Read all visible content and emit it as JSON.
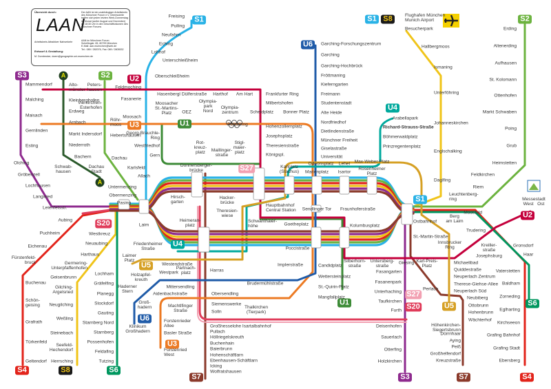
{
  "info_box": {
    "heading": "Übersicht durch:",
    "logo": "LAAN",
    "subtitle": "Arbeitskreis Attraktiver Nahverkehr",
    "description": "Der AAN ist ein unabhängiger Arbeitskreis des Münchner Forum e.V. Interessierte treffen sich jeden letzten Werk-Donnerstag im Monat (außer August und Dezember) ab 18:30 Uhr in den Geschäftsräumen des Münchner Forums",
    "address": "AAN im Münchner Forum\nSchellingstr. 65, 80799 München\nE-Mail: aan.muenchen@web.de\nTel.: 089 / 282076, Fax: 089 / 2805532",
    "design_label": "Entwurf & Gestaltung:",
    "design_credit": "M. Dornbecker, doern@geographie.uni-muenchen.de"
  },
  "colors": {
    "S1": "#29b2e6",
    "S2": "#6cb33f",
    "S3": "#8e2a8e",
    "S4": "#e2231a",
    "S6": "#00975f",
    "S7": "#8b3a2b",
    "S8": "#f0c419",
    "S20": "#e03c5a",
    "S27": "#f2a0b2",
    "A": "#2b5a2b",
    "U1": "#3d8b37",
    "U2": "#c4003c",
    "U3": "#ec7a23",
    "U4": "#00a99d",
    "U5": "#d6a024",
    "U6": "#1f5ba8"
  },
  "badges": [
    "S1",
    "U2",
    "U3",
    "U1",
    "S3",
    "A",
    "S2",
    "A",
    "S27",
    "S20",
    "U4",
    "U5",
    "U6",
    "U3",
    "S7",
    "S4",
    "S8",
    "S6",
    "U1",
    "S27",
    "S20",
    "S3",
    "S7",
    "U5",
    "S6",
    "S4",
    "U2",
    "S2",
    "S1",
    "S8",
    "U6",
    "U4",
    "S1"
  ],
  "stations": [
    "Freising",
    "Pulling",
    "Neufahrn",
    "Eching",
    "Lohhof",
    "Unterschleißheim",
    "Oberschleißheim",
    "Feldmoching",
    "Fasanerie",
    "Moosach",
    "Hasenbergl",
    "Dülferstraße",
    "Harthof",
    "Am Hart",
    "Frankfurter Ring",
    "Milbertshofen",
    "Moosacher\nSt.-Martins-\nPlatz",
    "OEZ",
    "Olympia-\npark\nNord",
    "Olympia-\nzentrum",
    "Scheidplatz",
    "Bonner Platz",
    "Georg-Brauchle-\nRing",
    "Westfriedhof",
    "Gern",
    "Rot-\nkreuz-\nplatz",
    "Maillinger-\nstraße",
    "Stigl-\nmaier-\nplatz",
    "Petuelring",
    "Hohenzollernplatz",
    "Josephsplatz",
    "Theresienstraße",
    "Königspl.",
    "Garching-Forschungszentrum",
    "Garching",
    "Garching-Hochbrück",
    "Fröttmaning",
    "Kieferngarten",
    "Freimann",
    "Studentenstadt",
    "Alte Heide",
    "Nordfriedhof",
    "Dietlindenstraße",
    "Münchner Freiheit",
    "Giselastraße",
    "Universität",
    "Odeonsplatz",
    "Lehel",
    "Max-Weber-Platz",
    "Arabellapark",
    "Richard-Strauss-Straße",
    "Böhmerwaldplatz",
    "Prinzregentenplatz",
    "Karlplatz\n(Stachus)",
    "Marienplatz",
    "Isartor",
    "Rosenheimer\nPlatz",
    "Hauptbahnhof\nCentral Station",
    "Sendlinger Tor",
    "Fraunhoferstraße",
    "Schwanthaler-\nhöhe",
    "Goetheplatz",
    "Kolumbusplatz",
    "Poccistraße",
    "Ostbahnhof",
    "Donnersberger-\nbrücke",
    "Hirsch-\ngarten",
    "Hacker-\nbrücke",
    "Theresien-\nwiese",
    "Heimeran-\nplatz",
    "Pasing",
    "Laim",
    "Untermenzing",
    "Obermenzing",
    "Mammendorf",
    "Malching",
    "Maisach",
    "Gernlinden",
    "Esting",
    "Olching",
    "Gröbenzell",
    "Lochhausen",
    "Langwied",
    "Leienfelsstr.",
    "Alto-\nmünster",
    "Kleinberghofen",
    "Erdweg",
    "Arnbach",
    "Markt Indersdorf",
    "Niederroth",
    "Bachern",
    "Schwab-\nhausen",
    "Dachau\nStadt",
    "Peters-\nhausen",
    "Vierkirchen-\nEsterhofen",
    "Röhr-\nmoos",
    "Hebertshausen",
    "Dachau",
    "Karlsfeld",
    "Allach",
    "Aubing",
    "Puchheim",
    "Eichenau",
    "Fürstenfeld-\nbruck",
    "Buchenau",
    "Schön-\ngeising",
    "Grafrath",
    "Türkenfeld",
    "Geltendorf",
    "Westkreuz",
    "Neuaubing",
    "Harthaus",
    "Germering-\nUnterpfaffenhofen",
    "Geisenbrunn",
    "Gilching-\nArgelsried",
    "Neugilching",
    "Weßling",
    "Steinebach",
    "Seefeld-\nHechendorf",
    "Herrsching",
    "Lochham",
    "Gräfelfing",
    "Planegg",
    "Stockdorf",
    "Gauting",
    "Starnberg Nord",
    "Starnberg",
    "Possenhofen",
    "Feldafing",
    "Tutzing",
    "Friedenheimer\nStraße",
    "Laimer\nPlatz",
    "Westendstraße",
    "Holzapfel-\nkreuth",
    "Westpark",
    "Partnach-\nplatz",
    "Harras",
    "Haderner\nStern",
    "Mittersendling",
    "Aidenbachstraße",
    "Groß-\nhadern",
    "Klinikum\nGroßhadern",
    "Machtlfinger\nStraße",
    "Forstenrieder\nAllee",
    "Basler Straße",
    "Fürstenried\nWest",
    "Obersendling",
    "Siemenswerke",
    "Solln",
    "Großhesselohe Isartalbahnhof",
    "Pullach",
    "Höllriegelskreuth",
    "Buchenhain",
    "Baierbrunn",
    "Hohenschäftlarn",
    "Ebenhausen-Schäftlarn",
    "Icking",
    "Wolfratshausen",
    "Implerstraße",
    "Brudermühlstraße",
    "Thalkirchen\n(Tierpark)",
    "Candidplatz",
    "Wettersteinplatz",
    "St.-Quirin-Platz",
    "Mangfallplatz",
    "Silberhorn-\nstraße",
    "Untersberg-\nstraße",
    "Giesing",
    "Karl-Preis-\nPlatz",
    "St.-Martin-Straße",
    "Fasangarten",
    "Fasanenpark",
    "Unterhaching",
    "Taufkirchen",
    "Furth",
    "Deisenhofen",
    "Sauerlach",
    "Otterfing",
    "Holzkirchen",
    "Perlach",
    "Innsbrucker\nRing",
    "Michaelibad",
    "Quiddestraße",
    "Neuperlach Zentrum",
    "Therese-Giehse-Allee",
    "Neuperlach Süd",
    "Neubiberg",
    "Ottobrunn",
    "Hohenbrunn",
    "Wächterhof",
    "Höhenkirchen-\nSiegertsbrunn",
    "Dürrnhaar",
    "Aying",
    "Peiß",
    "Großhelfendorf",
    "Kreuzstraße",
    "Trudering",
    "Kreiller-\nstraße",
    "Josephsburg",
    "Gronsdorf",
    "Haar",
    "Vaterstetten",
    "Baldham",
    "Zorneding",
    "Eglharting",
    "Kirchseeon",
    "Grafing Bahnhof",
    "Grafing Stadt",
    "Ebersberg",
    "Berg\nam Laim",
    "Moosfeld",
    "Messestadt\nWest   Ost",
    "Riem",
    "Feldkirchen",
    "Leuchtenberg-\nring",
    "Erding",
    "Altenerding",
    "Aufhausen",
    "St. Kolomann",
    "Ottenhofen",
    "Markt Schwaben",
    "Poing",
    "Grub",
    "Heimstetten",
    "Flughafen München\nMunich Airport",
    "Besucherpark",
    "Hallbergmoos",
    "Ismaning",
    "Unterföhring",
    "Johanneskirchen",
    "Englschalking",
    "Daglfing"
  ]
}
